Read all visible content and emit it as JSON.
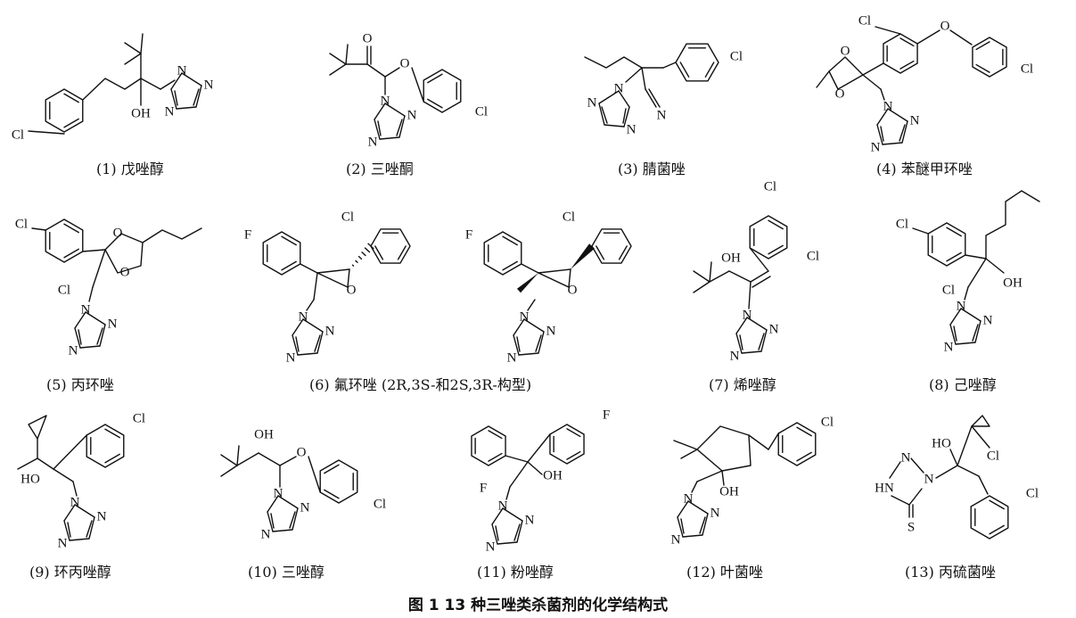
{
  "figure": {
    "title": "图 1    13 种三唑类杀菌剂的化学结构式"
  },
  "atoms": {
    "cl": "Cl",
    "f": "F",
    "oh": "OH",
    "ho": "HO",
    "o": "O",
    "n": "N",
    "hn": "HN",
    "s": "S"
  },
  "compounds": [
    {
      "id": 1,
      "caption": "(1) 戊唑醇"
    },
    {
      "id": 2,
      "caption": "(2) 三唑酮"
    },
    {
      "id": 3,
      "caption": "(3) 腈菌唑"
    },
    {
      "id": 4,
      "caption": "(4) 苯醚甲环唑"
    },
    {
      "id": 5,
      "caption": "(5) 丙环唑"
    },
    {
      "id": 6,
      "caption": "(6) 氟环唑 (2R,3S-和2S,3R-构型)"
    },
    {
      "id": 7,
      "caption": "(7) 烯唑醇"
    },
    {
      "id": 8,
      "caption": "(8) 己唑醇"
    },
    {
      "id": 9,
      "caption": "(9) 环丙唑醇"
    },
    {
      "id": 10,
      "caption": "(10) 三唑醇"
    },
    {
      "id": 11,
      "caption": "(11) 粉唑醇"
    },
    {
      "id": 12,
      "caption": "(12) 叶菌唑"
    },
    {
      "id": 13,
      "caption": "(13) 丙硫菌唑"
    }
  ]
}
